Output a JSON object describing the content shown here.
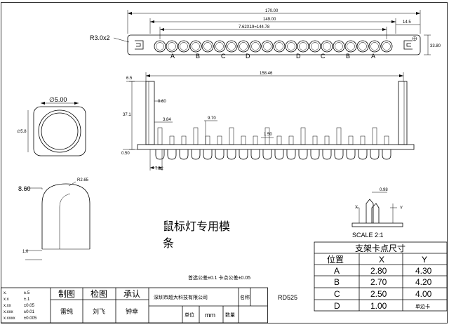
{
  "top_view": {
    "overall_length": "170.00",
    "inner_length": "149.00",
    "pitch_dim": "7.62X19=144.78",
    "end_offset": "14.5",
    "height": "33.80",
    "corner_radius": "R3.0x2",
    "letters": [
      "A",
      "B",
      "C",
      "D",
      "D",
      "C",
      "B",
      "A"
    ]
  },
  "front_view": {
    "span": "158.46",
    "dim_6_5": "6.5",
    "dim_0_60": "0.60",
    "dim_3_84": "3.84",
    "dim_37_1": "37.1",
    "dim_9_70": "9.70",
    "dim_1_50": "1.50",
    "dim_0_50": "0.50",
    "pitch": "7.62"
  },
  "led_top": {
    "diameter_label": "∅5.00",
    "height_label": "∅5.8"
  },
  "led_side": {
    "radius": "R2.65",
    "height": "8.60",
    "base": "1.0"
  },
  "title": "鼠标灯专用模条",
  "scale": {
    "label": "SCALE 2:1",
    "x_axis": "X",
    "y_axis": "Y",
    "dim": "0.98"
  },
  "tolerance_note": "首选公差±0.1  卡点公差±0.05",
  "table": {
    "title": "支架卡点尺寸",
    "headers": [
      "位置",
      "X",
      "Y"
    ],
    "rows": [
      [
        "A",
        "2.80",
        "4.30"
      ],
      [
        "B",
        "2.70",
        "4.20"
      ],
      [
        "C",
        "2.50",
        "4.00"
      ],
      [
        "D",
        "1.00",
        "单边卡"
      ]
    ]
  },
  "tolerances": [
    {
      "fmt": "x.",
      "val": "±.5"
    },
    {
      "fmt": "x.x",
      "val": "±.1"
    },
    {
      "fmt": "x.xx",
      "val": "±0.05"
    },
    {
      "fmt": "x.xxx",
      "val": "±0.01"
    },
    {
      "fmt": "x.xxxx",
      "val": "±0.005"
    }
  ],
  "title_block": {
    "draw_label": "制图",
    "check_label": "检图",
    "approve_label": "承认",
    "drawer": "雷纯",
    "checker": "刘飞",
    "approver": "钟幸",
    "company": "深圳市超大科技有限公司",
    "name_label": "名称",
    "part_name": "RD525",
    "unit_label": "单位",
    "unit": "mm",
    "qty_label": "数量"
  }
}
